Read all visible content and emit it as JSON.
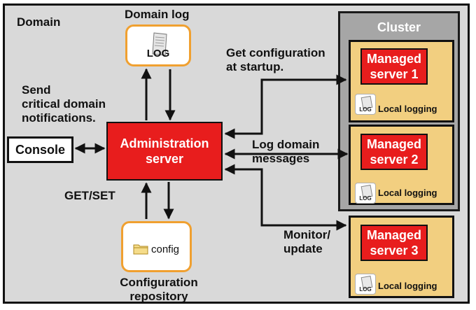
{
  "domain_label": "Domain",
  "domain_log": {
    "title": "Domain log",
    "icon_text": "LOG",
    "icon": "log-document-icon"
  },
  "send_notifications": "Send\ncritical domain\nnotifications.",
  "console": {
    "label": "Console"
  },
  "admin_server": {
    "label": "Administration\nserver"
  },
  "get_set": "GET/SET",
  "config_repo": {
    "title": "Configuration\nrepository",
    "icon_text": "config",
    "icon": "folder-icon"
  },
  "get_config": "Get configuration\nat startup.",
  "log_domain": "Log domain\nmessages",
  "monitor_update": "Monitor/\nupdate",
  "cluster": {
    "title": "Cluster",
    "servers": [
      {
        "label": "Managed\nserver 1",
        "log_icon_text": "LOG",
        "local_logging": "Local logging"
      },
      {
        "label": "Managed\nserver 2",
        "log_icon_text": "LOG",
        "local_logging": "Local logging"
      }
    ]
  },
  "standalone_server": {
    "label": "Managed\nserver 3",
    "log_icon_text": "LOG",
    "local_logging": "Local logging"
  },
  "colors": {
    "server_red": "#e81d1d",
    "server_panel": "#f2cf80",
    "cluster_gray": "#a6a6a6",
    "domain_gray": "#d9d9d9",
    "icon_border": "#f0a030"
  }
}
